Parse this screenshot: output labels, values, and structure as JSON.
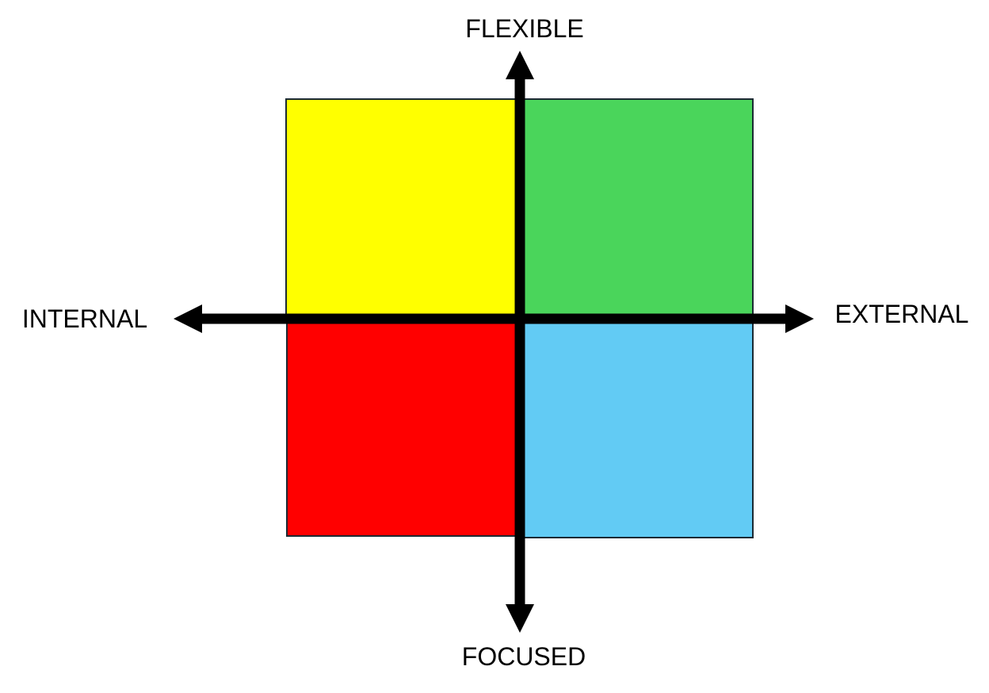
{
  "labels": {
    "top": "FLEXIBLE",
    "bottom": "FOCUSED",
    "left": "INTERNAL",
    "right": "EXTERNAL"
  },
  "quadrant_colors": {
    "top_left": "#ffff00",
    "top_right": "#4ad55b",
    "bottom_left": "#ff0000",
    "bottom_right": "#62cbf4"
  },
  "axis_color": "#000000"
}
